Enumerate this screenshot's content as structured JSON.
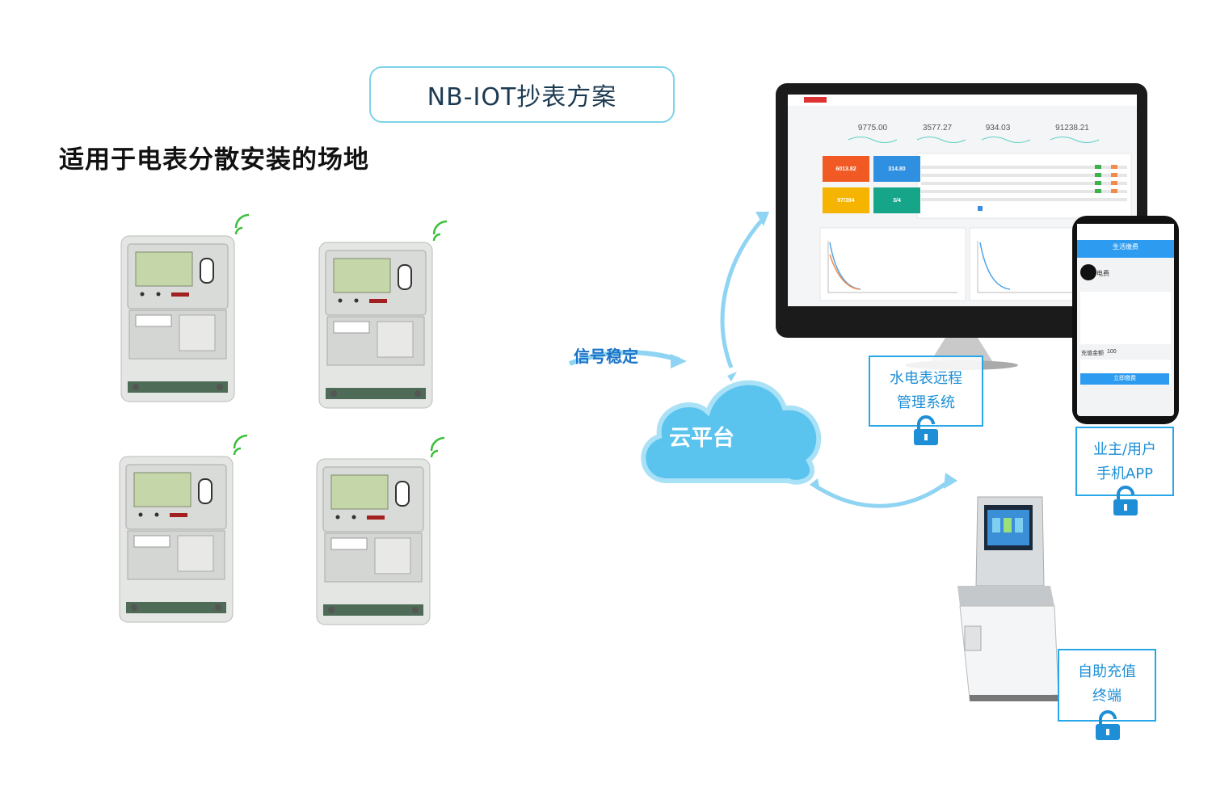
{
  "title": "NB-IOT抄表方案",
  "subtitle": "适用于电表分散安装的场地",
  "signal_label": "信号稳定",
  "cloud_label": "云平台",
  "nodes": {
    "management_system": [
      "水电表远程",
      "管理系统"
    ],
    "owner_app": [
      "业主/用户",
      "手机APP"
    ],
    "kiosk": [
      "自助充值",
      "终端"
    ]
  },
  "dashboard": {
    "stats": [
      "9775.00",
      "3577.27",
      "934.03",
      "91238.21"
    ],
    "tiles": [
      {
        "value": "6013.82",
        "color": "#f15a24"
      },
      {
        "value": "314.80",
        "color": "#2f8fe0"
      },
      {
        "value": "97/394",
        "color": "#f5b400"
      },
      {
        "value": "3/4",
        "color": "#17a589"
      }
    ]
  },
  "phone": {
    "header": "生活缴费",
    "item": "电费",
    "amount_label": "充值金额",
    "amount_value": "100",
    "button": "立即缴费"
  },
  "colors": {
    "accent": "#27a6e8",
    "cloud": "#5bc4ee",
    "arrow": "#8fd4f2",
    "title_border": "#7fd3e8"
  }
}
